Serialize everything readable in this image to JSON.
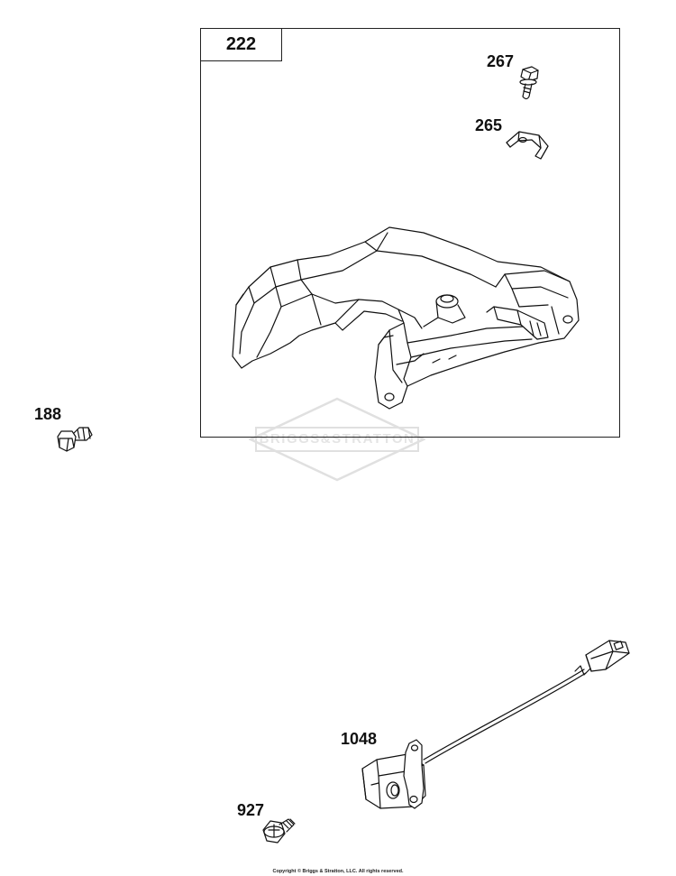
{
  "frame": {
    "tag": "222"
  },
  "callouts": {
    "p267": "267",
    "p265": "265",
    "p188": "188",
    "p1048": "1048",
    "p927": "927"
  },
  "watermark": {
    "text": "BRIGGS&STRATTON"
  },
  "footer": {
    "copyright": "Copyright © Briggs & Stratton, LLC. All rights reserved."
  }
}
